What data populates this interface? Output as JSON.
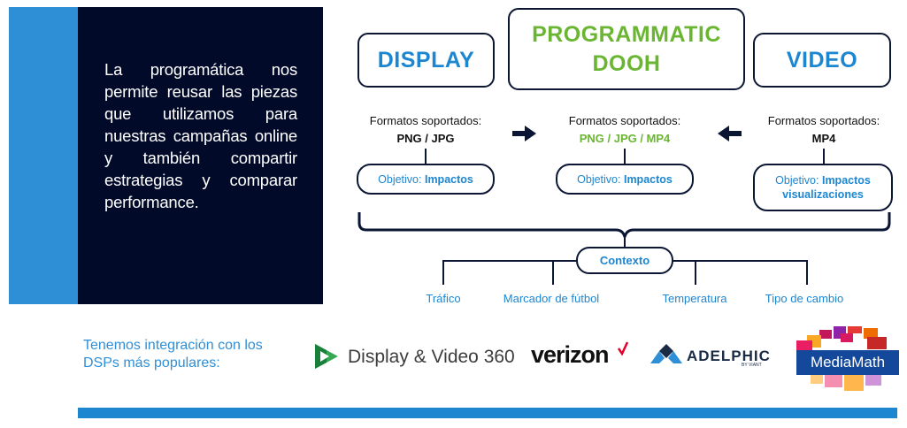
{
  "intro": {
    "text": "La programática nos permite reusar las piezas que utilizamos para nuestras campañas online y también compartir estrategias y comparar performance."
  },
  "channels": {
    "display": {
      "title": "DISPLAY",
      "formats_label": "Formatos soportados:",
      "formats": "PNG / JPG",
      "objective_prefix": "Objetivo:",
      "objective": "Impactos"
    },
    "dooh": {
      "title_line1": "PROGRAMMATIC",
      "title_line2": "DOOH",
      "formats_label": "Formatos soportados:",
      "formats": "PNG / JPG / MP4",
      "objective_prefix": "Objetivo:",
      "objective": "Impactos"
    },
    "video": {
      "title": "VIDEO",
      "formats_label": "Formatos soportados:",
      "formats": "MP4",
      "objective_prefix": "Objetivo:",
      "objective_line1": "Impactos",
      "objective_line2": "visualizaciones"
    }
  },
  "context": {
    "label": "Contexto",
    "items": [
      "Tráfico",
      "Marcador de fútbol",
      "Temperatura",
      "Tipo de cambio"
    ]
  },
  "dsps": {
    "text": "Tenemos integración con los DSPs más populares:",
    "logos": {
      "dv360": "Display & Video 360",
      "verizon": "verizon",
      "adelphic": "ADELPHIC",
      "adelphic_sub": "BY VIANT",
      "mediamath": "MediaMath"
    }
  },
  "colors": {
    "navy": "#020a2a",
    "blue": "#1d86d0",
    "green": "#6ab632",
    "verizon_red": "#e4002b",
    "mediamath_blue": "#13489b"
  }
}
